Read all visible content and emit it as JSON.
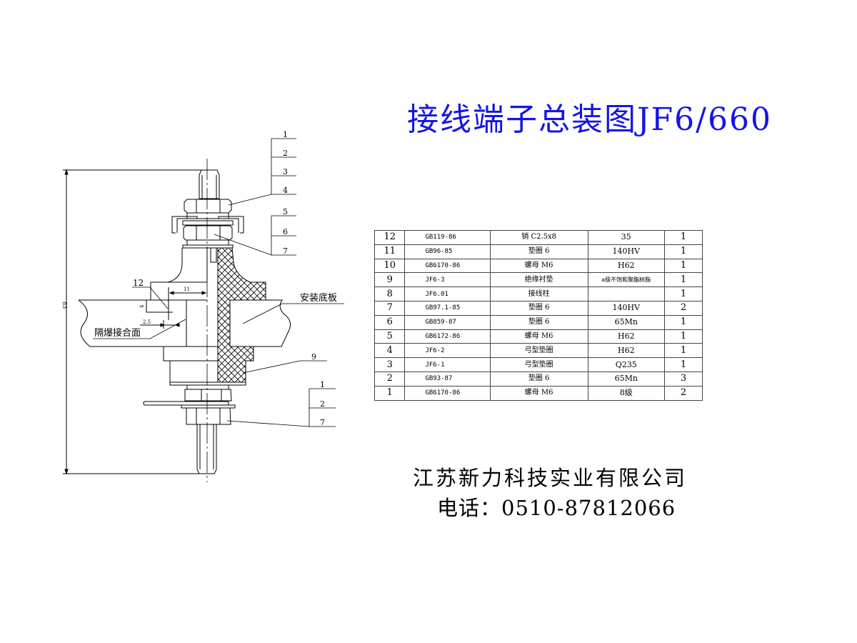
{
  "title": "接线端子总装图JF6/660",
  "company": "江苏新力科技实业有限公司",
  "phone": "电话：0510-87812066",
  "colors": {
    "title": "#1414e6",
    "line": "#000000"
  },
  "drawing": {
    "overall_dimension": "83",
    "dim_11": "11",
    "dim_4": "4",
    "dim_2_5": "2.5",
    "label_mounting_plate": "安装底板",
    "label_flameproof_joint": "隔爆接合面",
    "callouts_top": [
      "1",
      "2",
      "3",
      "4"
    ],
    "callouts_mid": [
      "5",
      "6",
      "7"
    ],
    "callout_12": "12",
    "callout_9": "9",
    "callouts_bottom": [
      "1",
      "2",
      "7"
    ]
  },
  "bom": {
    "rows": [
      {
        "no": "12",
        "std": "GB119-86",
        "name": "销 C2.5x8",
        "mat": "35",
        "qty": "1"
      },
      {
        "no": "11",
        "std": "GB96-85",
        "name": "垫圈 6",
        "mat": "140HV",
        "qty": "1"
      },
      {
        "no": "10",
        "std": "GB6170-86",
        "name": "螺母 M6",
        "mat": "H62",
        "qty": "1"
      },
      {
        "no": "9",
        "std": "JF6-3",
        "name": "绝缘衬垫",
        "mat": "a级不饱和聚酯树脂",
        "qty": "1"
      },
      {
        "no": "8",
        "std": "JF6.01",
        "name": "接线柱",
        "mat": "",
        "qty": "1"
      },
      {
        "no": "7",
        "std": "GB97.1-85",
        "name": "垫圈 6",
        "mat": "140HV",
        "qty": "2"
      },
      {
        "no": "6",
        "std": "GB859-87",
        "name": "垫圈 6",
        "mat": "65Mn",
        "qty": "1"
      },
      {
        "no": "5",
        "std": "GB6172-86",
        "name": "螺母 M6",
        "mat": "H62",
        "qty": "1"
      },
      {
        "no": "4",
        "std": "JF6-2",
        "name": "弓型垫圈",
        "mat": "H62",
        "qty": "1"
      },
      {
        "no": "3",
        "std": "JF6-1",
        "name": "弓型垫圈",
        "mat": "Q235",
        "qty": "1"
      },
      {
        "no": "2",
        "std": "GB93-87",
        "name": "垫圈 6",
        "mat": "65Mn",
        "qty": "3"
      },
      {
        "no": "1",
        "std": "GB6170-86",
        "name": "螺母 M6",
        "mat": "8级",
        "qty": "2"
      }
    ]
  }
}
